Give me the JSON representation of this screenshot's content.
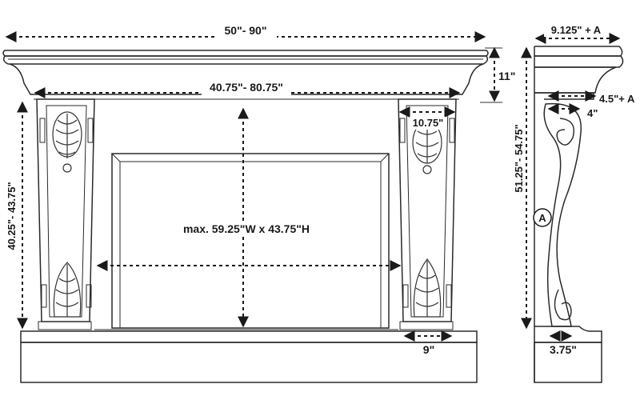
{
  "dimensions": {
    "overall_width": "50\"- 90\"",
    "shelf_width": "40.75\"- 80.75\"",
    "shelf_height": "11\"",
    "leg_top_width": "10.75\"",
    "leg_bottom_width": "9\"",
    "leg_height": "40.25\"-  43.75\"",
    "opening": "max. 59.25\"W x 43.75\"H",
    "side_depth": "9.125\" + A",
    "side_overhang": "4.5\"+ A",
    "side_corbel_top": "4\"",
    "side_corbel_bottom": "3.75\"",
    "side_height": "51.25\"- 54.75\"",
    "side_marker": "A"
  },
  "colors": {
    "line": "#2a2a2a",
    "background": "#ffffff"
  }
}
